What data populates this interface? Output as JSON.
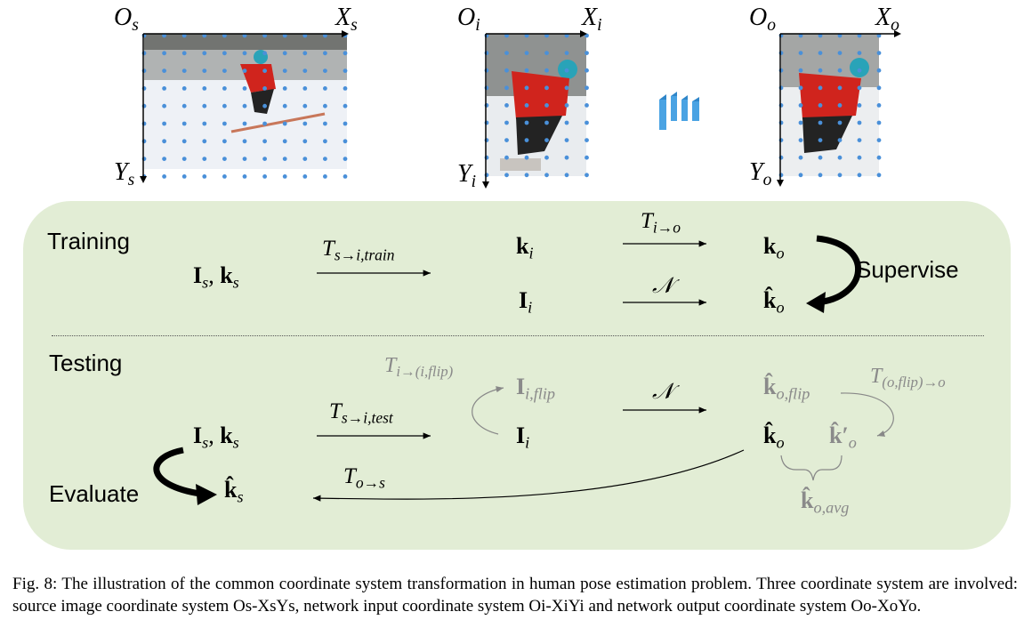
{
  "axes": {
    "source": {
      "origin": "O",
      "origin_sub": "s",
      "x": "X",
      "x_sub": "s",
      "y": "Y",
      "y_sub": "s"
    },
    "input": {
      "origin": "O",
      "origin_sub": "i",
      "x": "X",
      "x_sub": "i",
      "y": "Y",
      "y_sub": "i"
    },
    "output": {
      "origin": "O",
      "origin_sub": "o",
      "x": "X",
      "x_sub": "o",
      "y": "Y",
      "y_sub": "o"
    }
  },
  "sections": {
    "training": "Training",
    "testing": "Testing",
    "supervise": "Supervise",
    "evaluate": "Evaluate"
  },
  "training": {
    "is_ks": {
      "I": "I",
      "s1": "s",
      "sep": ", ",
      "k": "k",
      "s2": "s"
    },
    "ki": {
      "base": "k",
      "sub": "i"
    },
    "Ii": {
      "base": "I",
      "sub": "i"
    },
    "ko": {
      "base": "k",
      "sub": "o"
    },
    "ko_hat": {
      "base": "k̂",
      "sub": "o"
    },
    "T_s_i_train": {
      "base": "T",
      "sub": "s→i,train"
    },
    "T_i_o": {
      "base": "T",
      "sub": "i→o"
    },
    "N": "𝒩"
  },
  "testing": {
    "is_ks": {
      "I": "I",
      "s1": "s",
      "sep": ", ",
      "k": "k",
      "s2": "s"
    },
    "ks_hat": {
      "base": "k̂",
      "sub": "s"
    },
    "T_s_i_test": {
      "base": "T",
      "sub": "s→i,test"
    },
    "T_i_flip": {
      "base": "T",
      "sub": "i→(i,flip)"
    },
    "Ii_flip": {
      "base": "I",
      "sub": "i,flip"
    },
    "Ii": {
      "base": "I",
      "sub": "i"
    },
    "N": "𝒩",
    "ko_flip": {
      "base": "k̂",
      "sub": "o,flip"
    },
    "T_oflip_o": {
      "base": "T",
      "sub": "(o,flip)→o"
    },
    "ko_hat": {
      "base": "k̂",
      "sub": "o"
    },
    "ko_prime": {
      "base": "k̂′",
      "sub": "o"
    },
    "ko_avg": {
      "base": "k̂",
      "sub": "o,avg"
    },
    "T_o_s": {
      "base": "T",
      "sub": "o→s"
    }
  },
  "caption": "Fig. 8: The illustration of the common coordinate system transformation in human pose estimation problem. Three coordinate system are involved: source image coordinate system Os-XsYs, network input coordinate system Oi-XiYi and network output coordinate system Oo-XoYo."
}
